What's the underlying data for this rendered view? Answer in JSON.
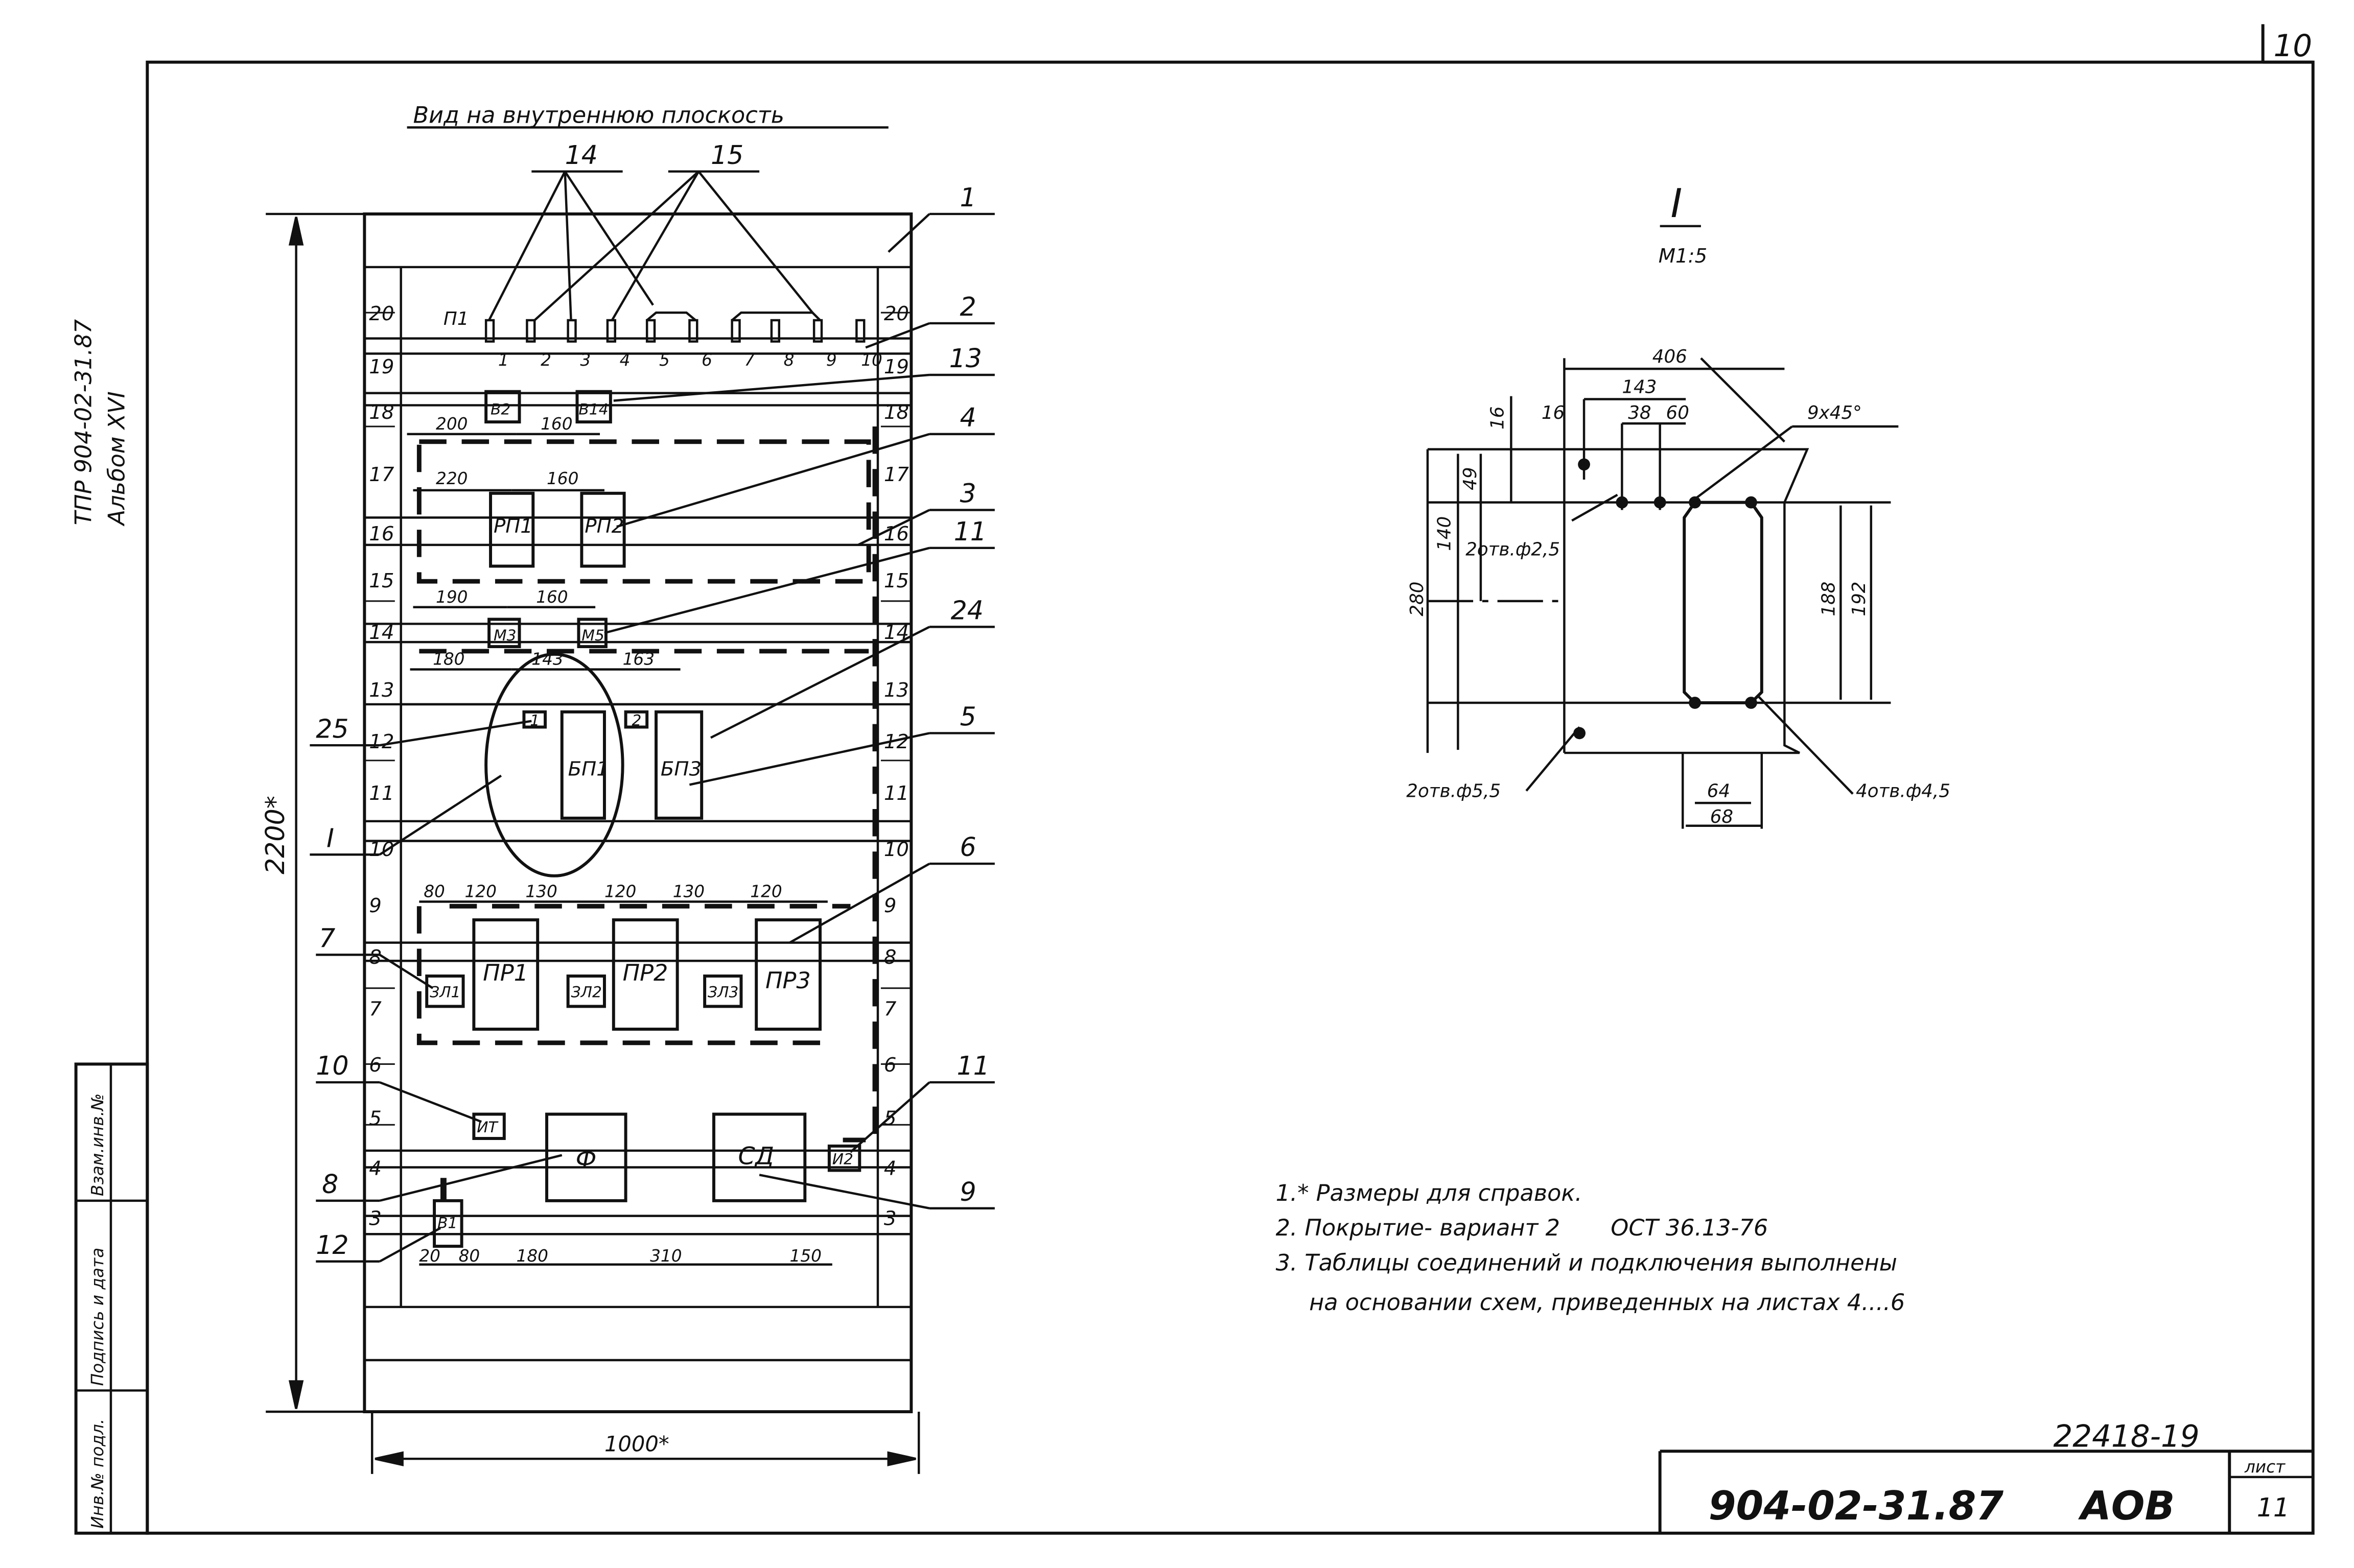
{
  "sheet_number": "10",
  "side_code": "ТПР 904-02-31.87",
  "side_album": "Альбом XVI",
  "title_view": "Вид на внутреннюю плоскость",
  "side_stamp": [
    "Инв.№ подл.",
    "Подпись и дата",
    "Взам.инв.№"
  ],
  "cabinet": {
    "height_dim": "2200*",
    "width_dim": "1000*",
    "left_scale": [
      "20",
      "19",
      "18",
      "17",
      "16",
      "15",
      "14",
      "13",
      "12",
      "11",
      "10",
      "9",
      "8",
      "7",
      "6",
      "5",
      "4",
      "3"
    ],
    "right_scale": [
      "20",
      "19",
      "18",
      "17",
      "16",
      "15",
      "14",
      "13",
      "12",
      "11",
      "10",
      "9",
      "8",
      "7",
      "6",
      "5",
      "4",
      "3"
    ],
    "terminal_label": "П1",
    "terminal_numbers": [
      "1",
      "2",
      "3",
      "4",
      "5",
      "6",
      "7",
      "8",
      "9",
      "10"
    ],
    "devices": {
      "b2": "В2",
      "b14": "В14",
      "rp1": "РП1",
      "rp2": "РП2",
      "m3": "М3",
      "m5": "М5",
      "bp1": "БП1",
      "bp3": "БП3",
      "box1": "1",
      "box2": "2",
      "pr1": "ПР1",
      "pr2": "ПР2",
      "pr3": "ПР3",
      "zl1": "ЗЛ1",
      "zl2": "ЗЛ2",
      "zl3": "ЗЛ3",
      "f": "Ф",
      "sd": "СД",
      "it": "ИТ",
      "i2": "И2",
      "b1": "В1"
    },
    "dims": {
      "d200": "200",
      "d160a": "160",
      "d220": "220",
      "d160b": "160",
      "d190": "190",
      "d160c": "160",
      "d180a": "180",
      "d143": "143",
      "d163": "163",
      "d80a": "80",
      "d120a": "120",
      "d130a": "130",
      "d120b": "120",
      "d130b": "130",
      "d120c": "120",
      "d20": "20",
      "d80b": "80",
      "d180b": "180",
      "d310": "310",
      "d150": "150"
    }
  },
  "callouts": {
    "c14": "14",
    "c15": "15",
    "c1": "1",
    "c2": "2",
    "c13": "13",
    "c4": "4",
    "c3": "3",
    "c11a": "11",
    "c24": "24",
    "c25": "25",
    "c5": "5",
    "cI": "I",
    "c6": "6",
    "c7": "7",
    "c10": "10",
    "c11b": "11",
    "c8": "8",
    "c9": "9",
    "c12": "12"
  },
  "detail": {
    "title": "I",
    "scale": "М1:5",
    "dims": {
      "d406": "406",
      "d143": "143",
      "d16a": "16",
      "d16b": "16",
      "d38": "38",
      "d60": "60",
      "chamfer": "9х45°",
      "d49": "49",
      "d140": "140",
      "d280": "280",
      "holes_small": "2отв.ф2,5",
      "d188": "188",
      "d192": "192",
      "holes_mid": "2отв.ф5,5",
      "d64": "64",
      "d68": "68",
      "holes_4": "4отв.ф4,5"
    }
  },
  "notes": [
    "1.* Размеры для справок.",
    "2. Покрытие- вариант 2       ОСТ 36.13-76",
    "3. Таблицы соединений и подключения выполнены",
    "на основании схем, приведенных на листах 4....6"
  ],
  "title_block": {
    "stamp_number": "22418-19",
    "drawing_code": "904-02-31.87",
    "mark": "АОВ",
    "sheet_label": "лист",
    "sheet_no": "11"
  }
}
